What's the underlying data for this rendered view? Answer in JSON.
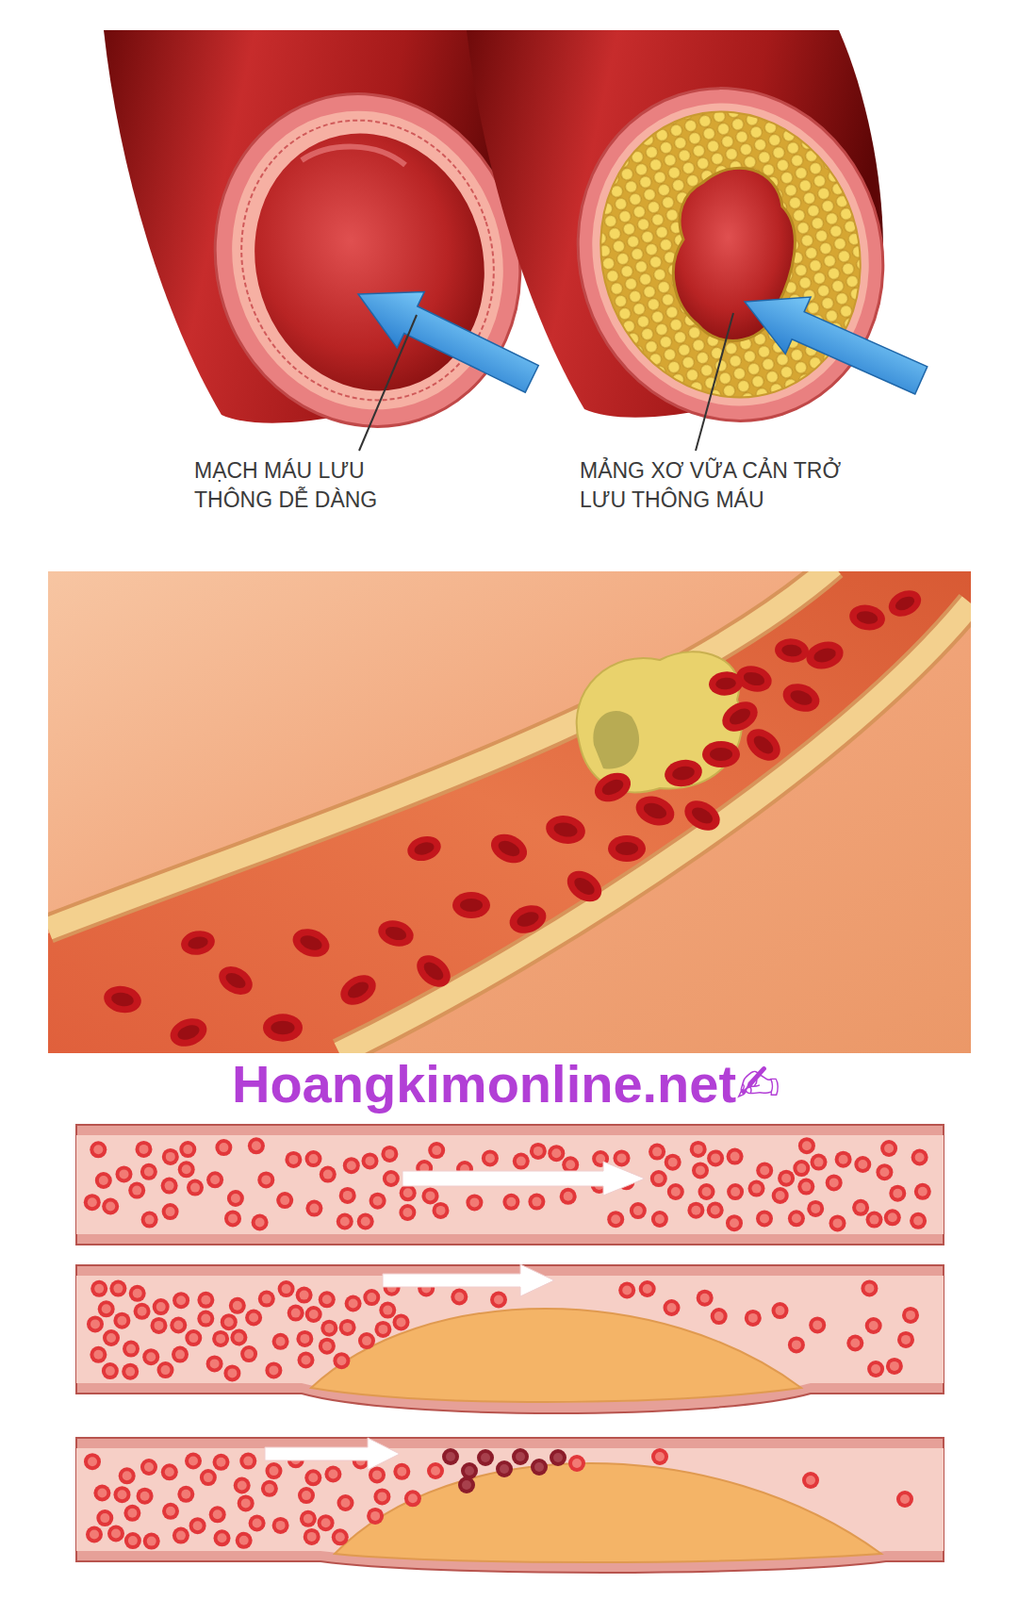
{
  "diagram": {
    "labels": [
      "MẠCH MÁU LƯU THÔNG DỄ DÀNG",
      "MẢNG XƠ VỮA CẢN TRỞ LƯU THÔNG MÁU",
      "Hoangkimonline.net✍"
    ]
  }
}
